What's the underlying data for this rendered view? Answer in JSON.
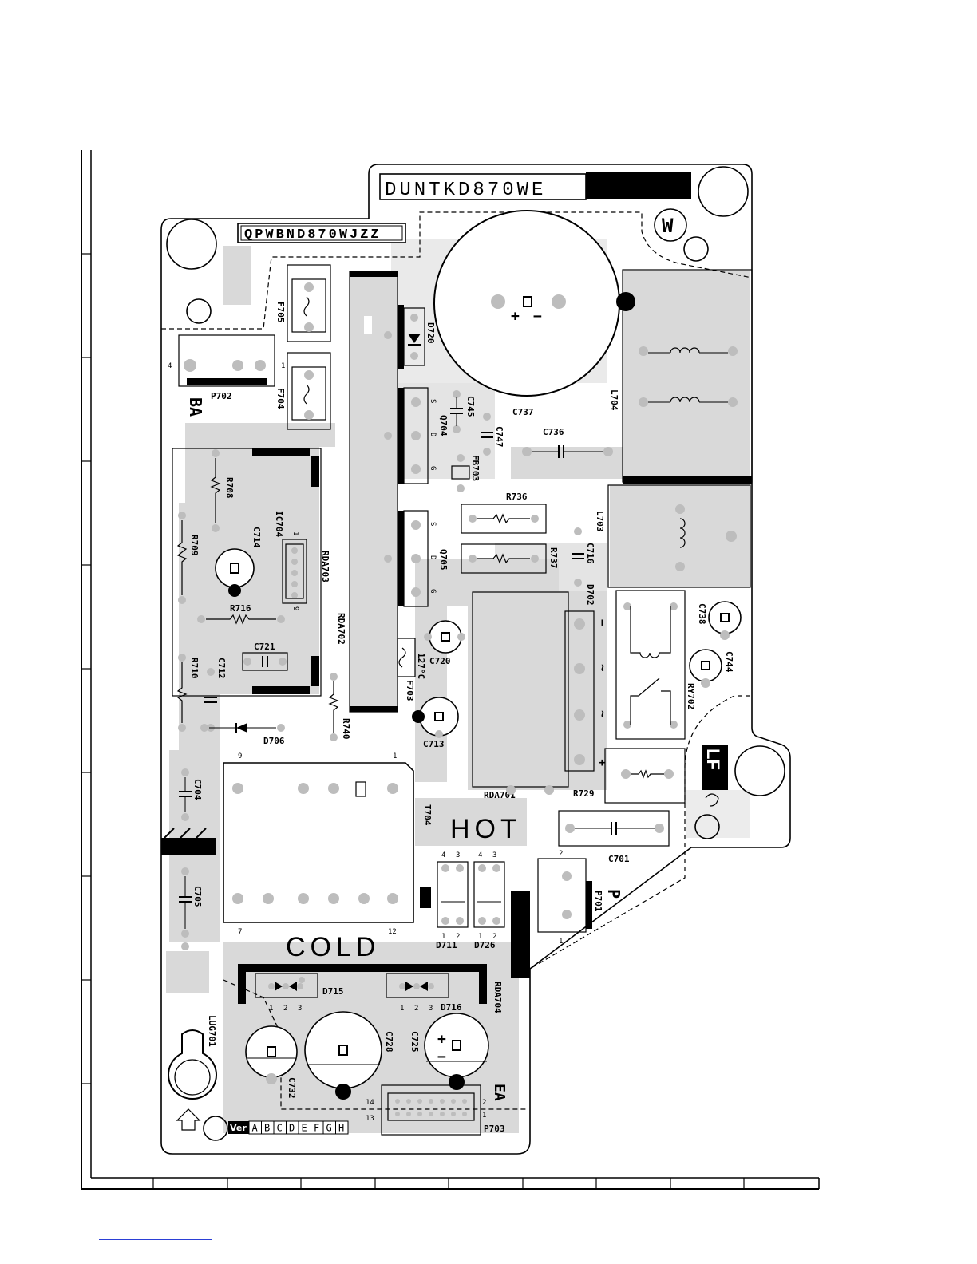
{
  "board_codes": {
    "top": "DUNTKD870WE",
    "sub": "QPWBND870WJZZ"
  },
  "zones": {
    "hot": "HOT",
    "cold": "COLD"
  },
  "marks": {
    "w": "W",
    "lf": "LF",
    "ba": "BA",
    "ea": "EA",
    "p": "P",
    "ver": "Ver"
  },
  "version_letters": [
    "A",
    "B",
    "C",
    "D",
    "E",
    "F",
    "G",
    "H"
  ],
  "components": {
    "F705": "F705",
    "F704": "F704",
    "P702": "P702",
    "D720": "D720",
    "C737": "C737",
    "L704": "L704",
    "C745": "C745",
    "C747": "C747",
    "Q704": "Q704",
    "FB703": "FB703",
    "C736": "C736",
    "R708": "R708",
    "IC704": "IC704",
    "C714": "C714",
    "R709": "R709",
    "RDA703": "RDA703",
    "R736": "R736",
    "L703": "L703",
    "Q705": "Q705",
    "R737": "R737",
    "C716": "C716",
    "D702": "D702",
    "R716": "R716",
    "RDA702": "RDA702",
    "C738": "C738",
    "C720": "C720",
    "C721": "C721",
    "R710": "R710",
    "C712": "C712",
    "F703": "F703",
    "F703_rating": "127°C",
    "C744": "C744",
    "RY702": "RY702",
    "C713": "C713",
    "D706": "D706",
    "R740": "R740",
    "R729": "R729",
    "RDA701": "RDA701",
    "C704": "C704",
    "T704": "T704",
    "C701": "C701",
    "P701": "P701",
    "C705": "C705",
    "D711": "D711",
    "D726": "D726",
    "D715": "D715",
    "D716": "D716",
    "RDA704": "RDA704",
    "LUG701": "LUG701",
    "C728": "C728",
    "C725": "C725",
    "C732": "C732",
    "P703": "P703"
  },
  "pins": {
    "p702_4": "4",
    "p702_1": "1",
    "t704_9": "9",
    "t704_1": "1",
    "t704_7": "7",
    "t704_12": "12",
    "ic_1": "1",
    "ic_9": "9",
    "d711_4": "4",
    "d711_3": "3",
    "d711_1": "1",
    "d711_2": "2",
    "d726_4": "4",
    "d726_3": "3",
    "d726_1": "1",
    "d726_2": "2",
    "p701_2": "2",
    "p701_1": "1",
    "d715_1": "1",
    "d715_2": "2",
    "d715_3": "3",
    "d716_1": "1",
    "d716_2": "2",
    "d716_3": "3",
    "p703_14": "14",
    "p703_13": "13",
    "p703_2": "2",
    "p703_1": "1",
    "q_s": "S",
    "q_d": "D",
    "q_g": "G",
    "plus": "+",
    "minus": "−",
    "tilde": "~"
  }
}
